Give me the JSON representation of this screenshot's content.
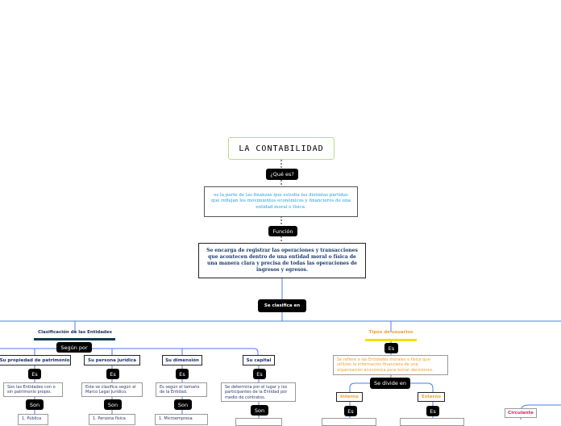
{
  "title": "LA CONTABILIDAD",
  "que_es": "¿Qué es?",
  "definition": "es la parte de las finanzas que estudia las distintas partidas que reflejan los movimientos económicos y financieros de una entidad moral o física.",
  "funcion": "Función",
  "function_text": "Se encarga de registrar las operaciones y transacciones que acontecen dentro de una entidad moral o física de una manera clara y precisa de todas las operaciones de ingresos y egresos.",
  "se_clasifica": "Se clasifica en",
  "left": {
    "heading": "Clasificación de las Entidades",
    "connector": "Según por",
    "nodes": [
      {
        "label": "Su propiedad de patrimonio",
        "es": "Es",
        "desc": "Son las Entidades con o sin patrimonio propio.",
        "son": "Son",
        "item": "1. Pública"
      },
      {
        "label": "Su persona jurídica",
        "es": "Es",
        "desc": "Este se clasifica según el Marco Legal Jurídico.",
        "son": "Son",
        "item": "1. Persona física"
      },
      {
        "label": "Su dimensión",
        "es": "Es",
        "desc": "Es según el tamaño de la Entidad.",
        "son": "Son",
        "item": "1. Microempresa"
      },
      {
        "label": "Su capital",
        "es": "Es",
        "desc": "Se determina por el lugar y los participantes de la Entidad por medio de contratos.",
        "son": "Son"
      }
    ]
  },
  "right": {
    "heading": "Tipos de usuarios",
    "es": "Es",
    "desc": "Se refiere a las Entidades morales o física que utilizan la información financiera de una organización económica para tomar decisiones.",
    "divide": "Se divide en",
    "nodes": [
      {
        "label": "Interno",
        "es": "Es"
      },
      {
        "label": "Externo",
        "es": "Es"
      }
    ]
  },
  "far_right": {
    "label": "Circulante"
  },
  "colors": {
    "line": "#4a7ee8",
    "definition_text": "#1ea0e0",
    "function_text": "#1a3a6e",
    "orange": "#f0a030",
    "yellow": "#f5e000",
    "pink": "#e0206a",
    "title_border": "#b8dc8c"
  }
}
